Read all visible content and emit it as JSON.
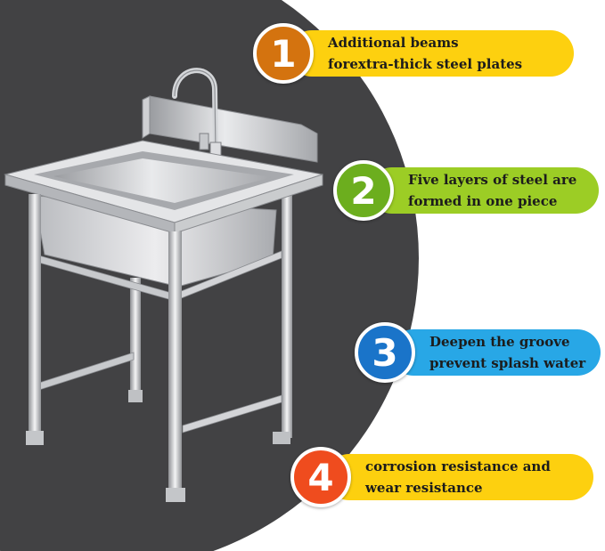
{
  "colors": {
    "background_circle": "#424244",
    "badge_1": "#d4730f",
    "badge_2": "#6cae1e",
    "badge_3": "#1a74c9",
    "badge_4": "#ef4c1e",
    "pill_yellow": "#fdd00f",
    "pill_green": "#9ccd25",
    "pill_blue": "#28a7e6"
  },
  "features": [
    {
      "number": "1",
      "lines": [
        "Additional beams",
        "forextra-thick steel plates"
      ],
      "icon": "number-1-badge-icon"
    },
    {
      "number": "2",
      "lines": [
        "Five layers of steel are",
        "formed in one piece"
      ],
      "icon": "number-2-badge-icon"
    },
    {
      "number": "3",
      "lines": [
        "Deepen the groove",
        "prevent splash water"
      ],
      "icon": "number-3-badge-icon"
    },
    {
      "number": "4",
      "lines": [
        "corrosion resistance and",
        "wear resistance"
      ],
      "icon": "number-4-badge-icon"
    }
  ]
}
